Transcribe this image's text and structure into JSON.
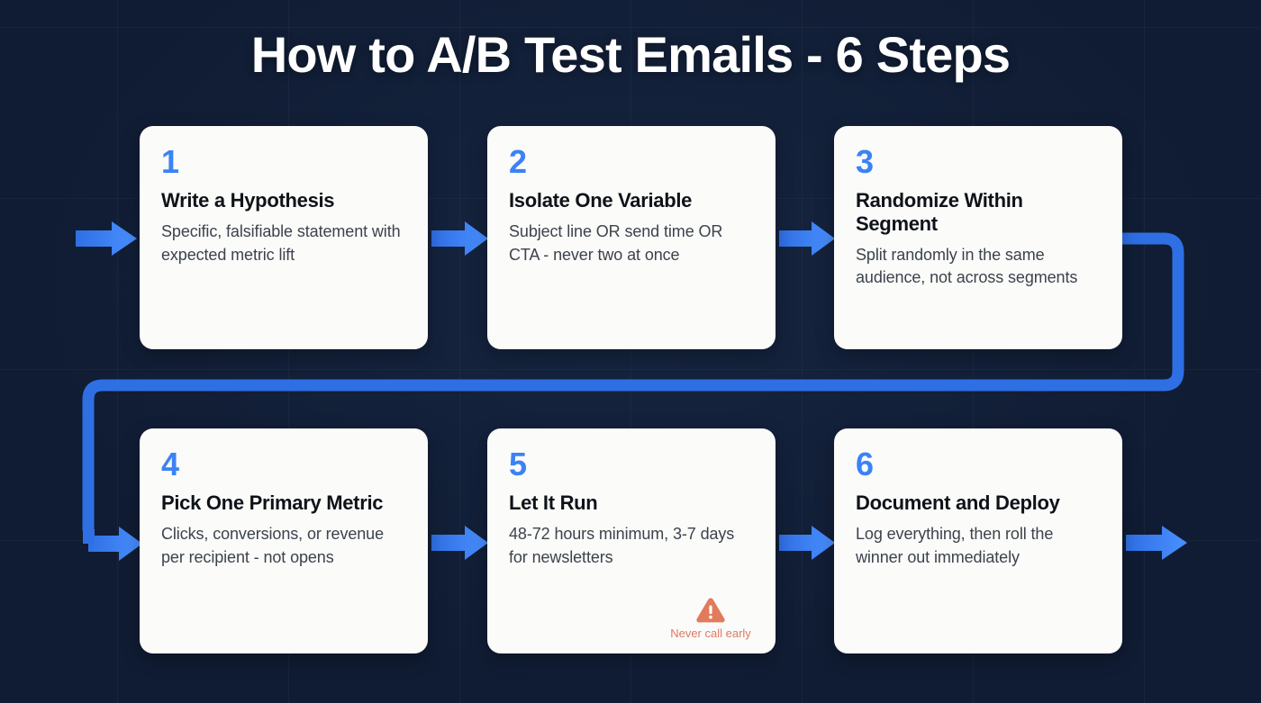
{
  "page": {
    "title": "How to A/B Test Emails - 6 Steps",
    "background_color": "#101c33",
    "accent_color": "#3b82f6",
    "card_color": "#fbfbfa",
    "warning_color": "#e07a5f"
  },
  "steps": [
    {
      "number": "1",
      "title": "Write a Hypothesis",
      "description": "Specific, falsifiable statement with expected metric lift"
    },
    {
      "number": "2",
      "title": "Isolate One Variable",
      "description": "Subject line OR send time OR CTA - never two at once"
    },
    {
      "number": "3",
      "title": "Randomize Within Segment",
      "description": "Split randomly in the same audience, not across segments"
    },
    {
      "number": "4",
      "title": "Pick One Primary Metric",
      "description": "Clicks, conversions, or revenue per recipient - not opens"
    },
    {
      "number": "5",
      "title": "Let It Run",
      "description": "48-72 hours minimum, 3-7 days for newsletters",
      "badge": {
        "icon": "warning-triangle-icon",
        "text": "Never call early"
      }
    },
    {
      "number": "6",
      "title": "Document and Deploy",
      "description": "Log everything, then roll the winner out immediately"
    }
  ],
  "connectors": [
    {
      "name": "arrow-into-step-1",
      "type": "straight-arrow-right"
    },
    {
      "name": "arrow-step-1-to-2",
      "type": "straight-arrow-right"
    },
    {
      "name": "arrow-step-2-to-3",
      "type": "straight-arrow-right"
    },
    {
      "name": "wrap-connector-step-3-to-4",
      "type": "elbow-arrow-wrap"
    },
    {
      "name": "arrow-step-4-to-5",
      "type": "straight-arrow-right"
    },
    {
      "name": "arrow-step-5-to-6",
      "type": "straight-arrow-right"
    },
    {
      "name": "arrow-out-of-step-6",
      "type": "straight-arrow-right"
    }
  ]
}
